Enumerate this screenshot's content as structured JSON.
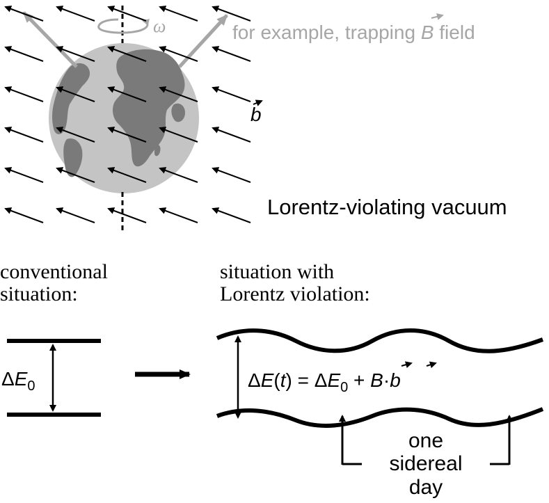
{
  "top": {
    "omega_label": "ω",
    "field_label": "for example, trapping B field",
    "field_label_parts": {
      "prefix": "for example, trapping ",
      "vector": "B",
      "suffix": " field"
    },
    "b_vector_label": "b",
    "vacuum_label": "Lorentz-violating vacuum"
  },
  "bottom": {
    "conventional_line1": "conventional",
    "conventional_line2": "situation:",
    "lv_line1": "situation with",
    "lv_line2": "Lorentz violation:",
    "delta_e0": {
      "delta": "Δ",
      "e": "E",
      "sub": "0"
    },
    "equation": {
      "lhs": "ΔE(t)",
      "rhs": "= ΔE0 + B·b"
    },
    "sidereal_line1": "one",
    "sidereal_line2": "sidereal",
    "sidereal_line3": "day"
  },
  "colors": {
    "ink": "#000000",
    "earth_light": "#c4c4c4",
    "earth_dark": "#7a7a7a",
    "gray_annotation": "#a6a6a6"
  }
}
